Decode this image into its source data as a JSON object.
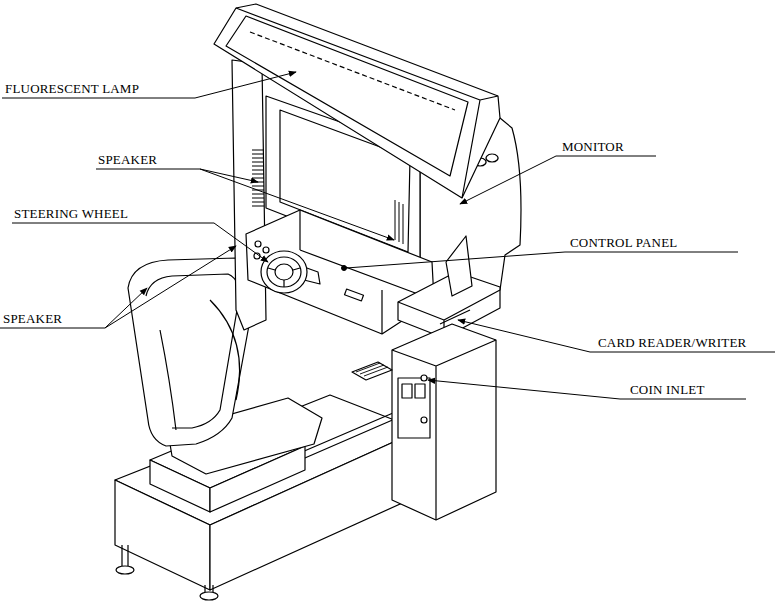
{
  "diagram": {
    "labels": [
      "FLUORESCENT LAMP",
      "MONITOR",
      "SPEAKER",
      "STEERING WHEEL",
      "CONTROL PANEL",
      "SPEAKER",
      "CARD READER/WRITER",
      "COIN INLET"
    ]
  }
}
